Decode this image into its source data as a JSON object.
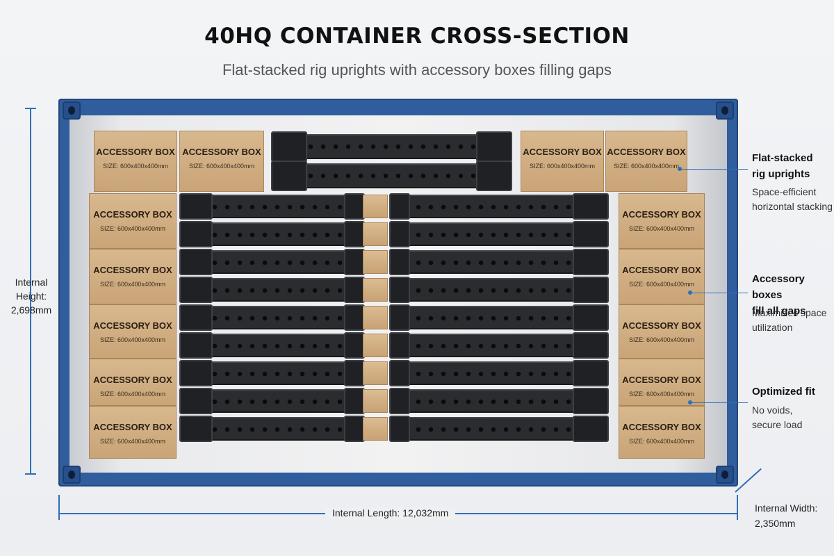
{
  "header": {
    "title": "40HQ CONTAINER CROSS-SECTION",
    "subtitle": "Flat-stacked rig uprights with accessory boxes filling gaps"
  },
  "box": {
    "name": "ACCESSORY BOX",
    "size": "SIZE: 600x400x400mm"
  },
  "dimensions": {
    "height": [
      "Internal Height:",
      "2,698mm"
    ],
    "length": "Internal Length: 12,032mm",
    "width": [
      "Internal Width:",
      "2,350mm"
    ]
  },
  "callouts": [
    {
      "head": [
        "Flat-stacked",
        "rig uprights"
      ],
      "sub": [
        "Space-efficient",
        "horizontal stacking"
      ]
    },
    {
      "head": [
        "Accessory boxes",
        "fill all gaps"
      ],
      "sub": [
        "Maximizes space",
        "utilization"
      ]
    },
    {
      "head": [
        "Optimized fit"
      ],
      "sub": [
        "No voids,",
        "secure load"
      ]
    }
  ],
  "colors": {
    "container": "#2f5d9e",
    "dimension_line": "#2f6fb8",
    "box": "#c9a477",
    "upright": "#2a2c30"
  }
}
